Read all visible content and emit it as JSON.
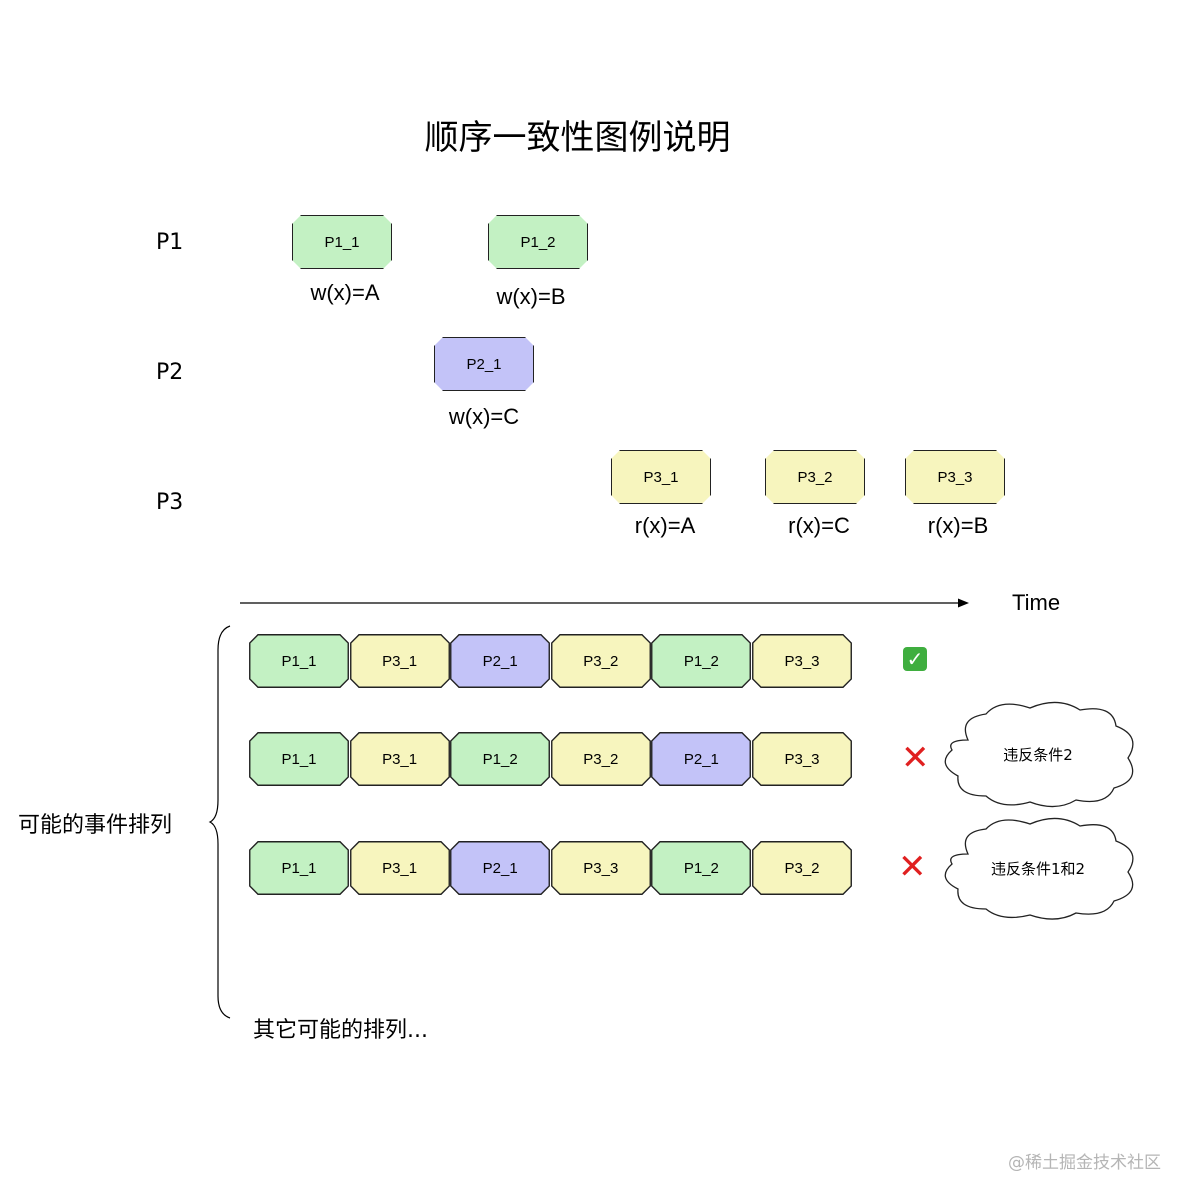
{
  "title": "顺序一致性图例说明",
  "processes": [
    "P1",
    "P2",
    "P3"
  ],
  "colors": {
    "green": "#c3f1c3",
    "purple": "#c3c3f8",
    "yellow": "#f7f5be"
  },
  "events": [
    {
      "id": "P1_1",
      "op": "w(x)=A",
      "color": "green"
    },
    {
      "id": "P1_2",
      "op": "w(x)=B",
      "color": "green"
    },
    {
      "id": "P2_1",
      "op": "w(x)=C",
      "color": "purple"
    },
    {
      "id": "P3_1",
      "op": "r(x)=A",
      "color": "yellow"
    },
    {
      "id": "P3_2",
      "op": "r(x)=C",
      "color": "yellow"
    },
    {
      "id": "P3_3",
      "op": "r(x)=B",
      "color": "yellow"
    }
  ],
  "time_label": "Time",
  "brace_label": "可能的事件排列",
  "sequences": [
    {
      "cells": [
        "P1_1",
        "P3_1",
        "P2_1",
        "P3_2",
        "P1_2",
        "P3_3"
      ],
      "result": "valid",
      "note": ""
    },
    {
      "cells": [
        "P1_1",
        "P3_1",
        "P1_2",
        "P3_2",
        "P2_1",
        "P3_3"
      ],
      "result": "invalid",
      "note": "违反条件2"
    },
    {
      "cells": [
        "P1_1",
        "P3_1",
        "P2_1",
        "P3_3",
        "P1_2",
        "P3_2"
      ],
      "result": "invalid",
      "note": "违反条件1和2"
    }
  ],
  "icons": {
    "valid": "check-mark-icon",
    "invalid": "cross-mark-icon"
  },
  "other_label": "其它可能的排列...",
  "watermark": "@稀土掘金技术社区"
}
